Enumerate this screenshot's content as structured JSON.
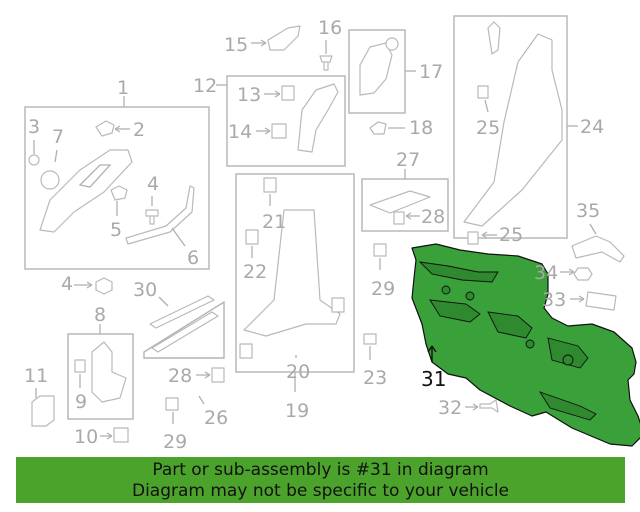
{
  "callouts": {
    "n1": "1",
    "n2": "2",
    "n3": "3",
    "n4a": "4",
    "n4b": "4",
    "n5": "5",
    "n6": "6",
    "n7": "7",
    "n8": "8",
    "n9": "9",
    "n10": "10",
    "n11": "11",
    "n12": "12",
    "n13": "13",
    "n14": "14",
    "n15": "15",
    "n16": "16",
    "n17": "17",
    "n18": "18",
    "n19": "19",
    "n20": "20",
    "n21": "21",
    "n22": "22",
    "n23": "23",
    "n24": "24",
    "n25a": "25",
    "n25b": "25",
    "n26": "26",
    "n27": "27",
    "n28a": "28",
    "n28b": "28",
    "n29a": "29",
    "n29b": "29",
    "n30": "30",
    "n31": "31",
    "n32": "32",
    "n33": "33",
    "n34": "34",
    "n35": "35"
  },
  "highlight": {
    "part_number": "31",
    "color": "#3aa03a"
  },
  "banner": {
    "line1": "Part or sub-assembly is #31 in diagram",
    "line2": "Diagram may not be specific to your vehicle",
    "color": "#4ca32c"
  }
}
